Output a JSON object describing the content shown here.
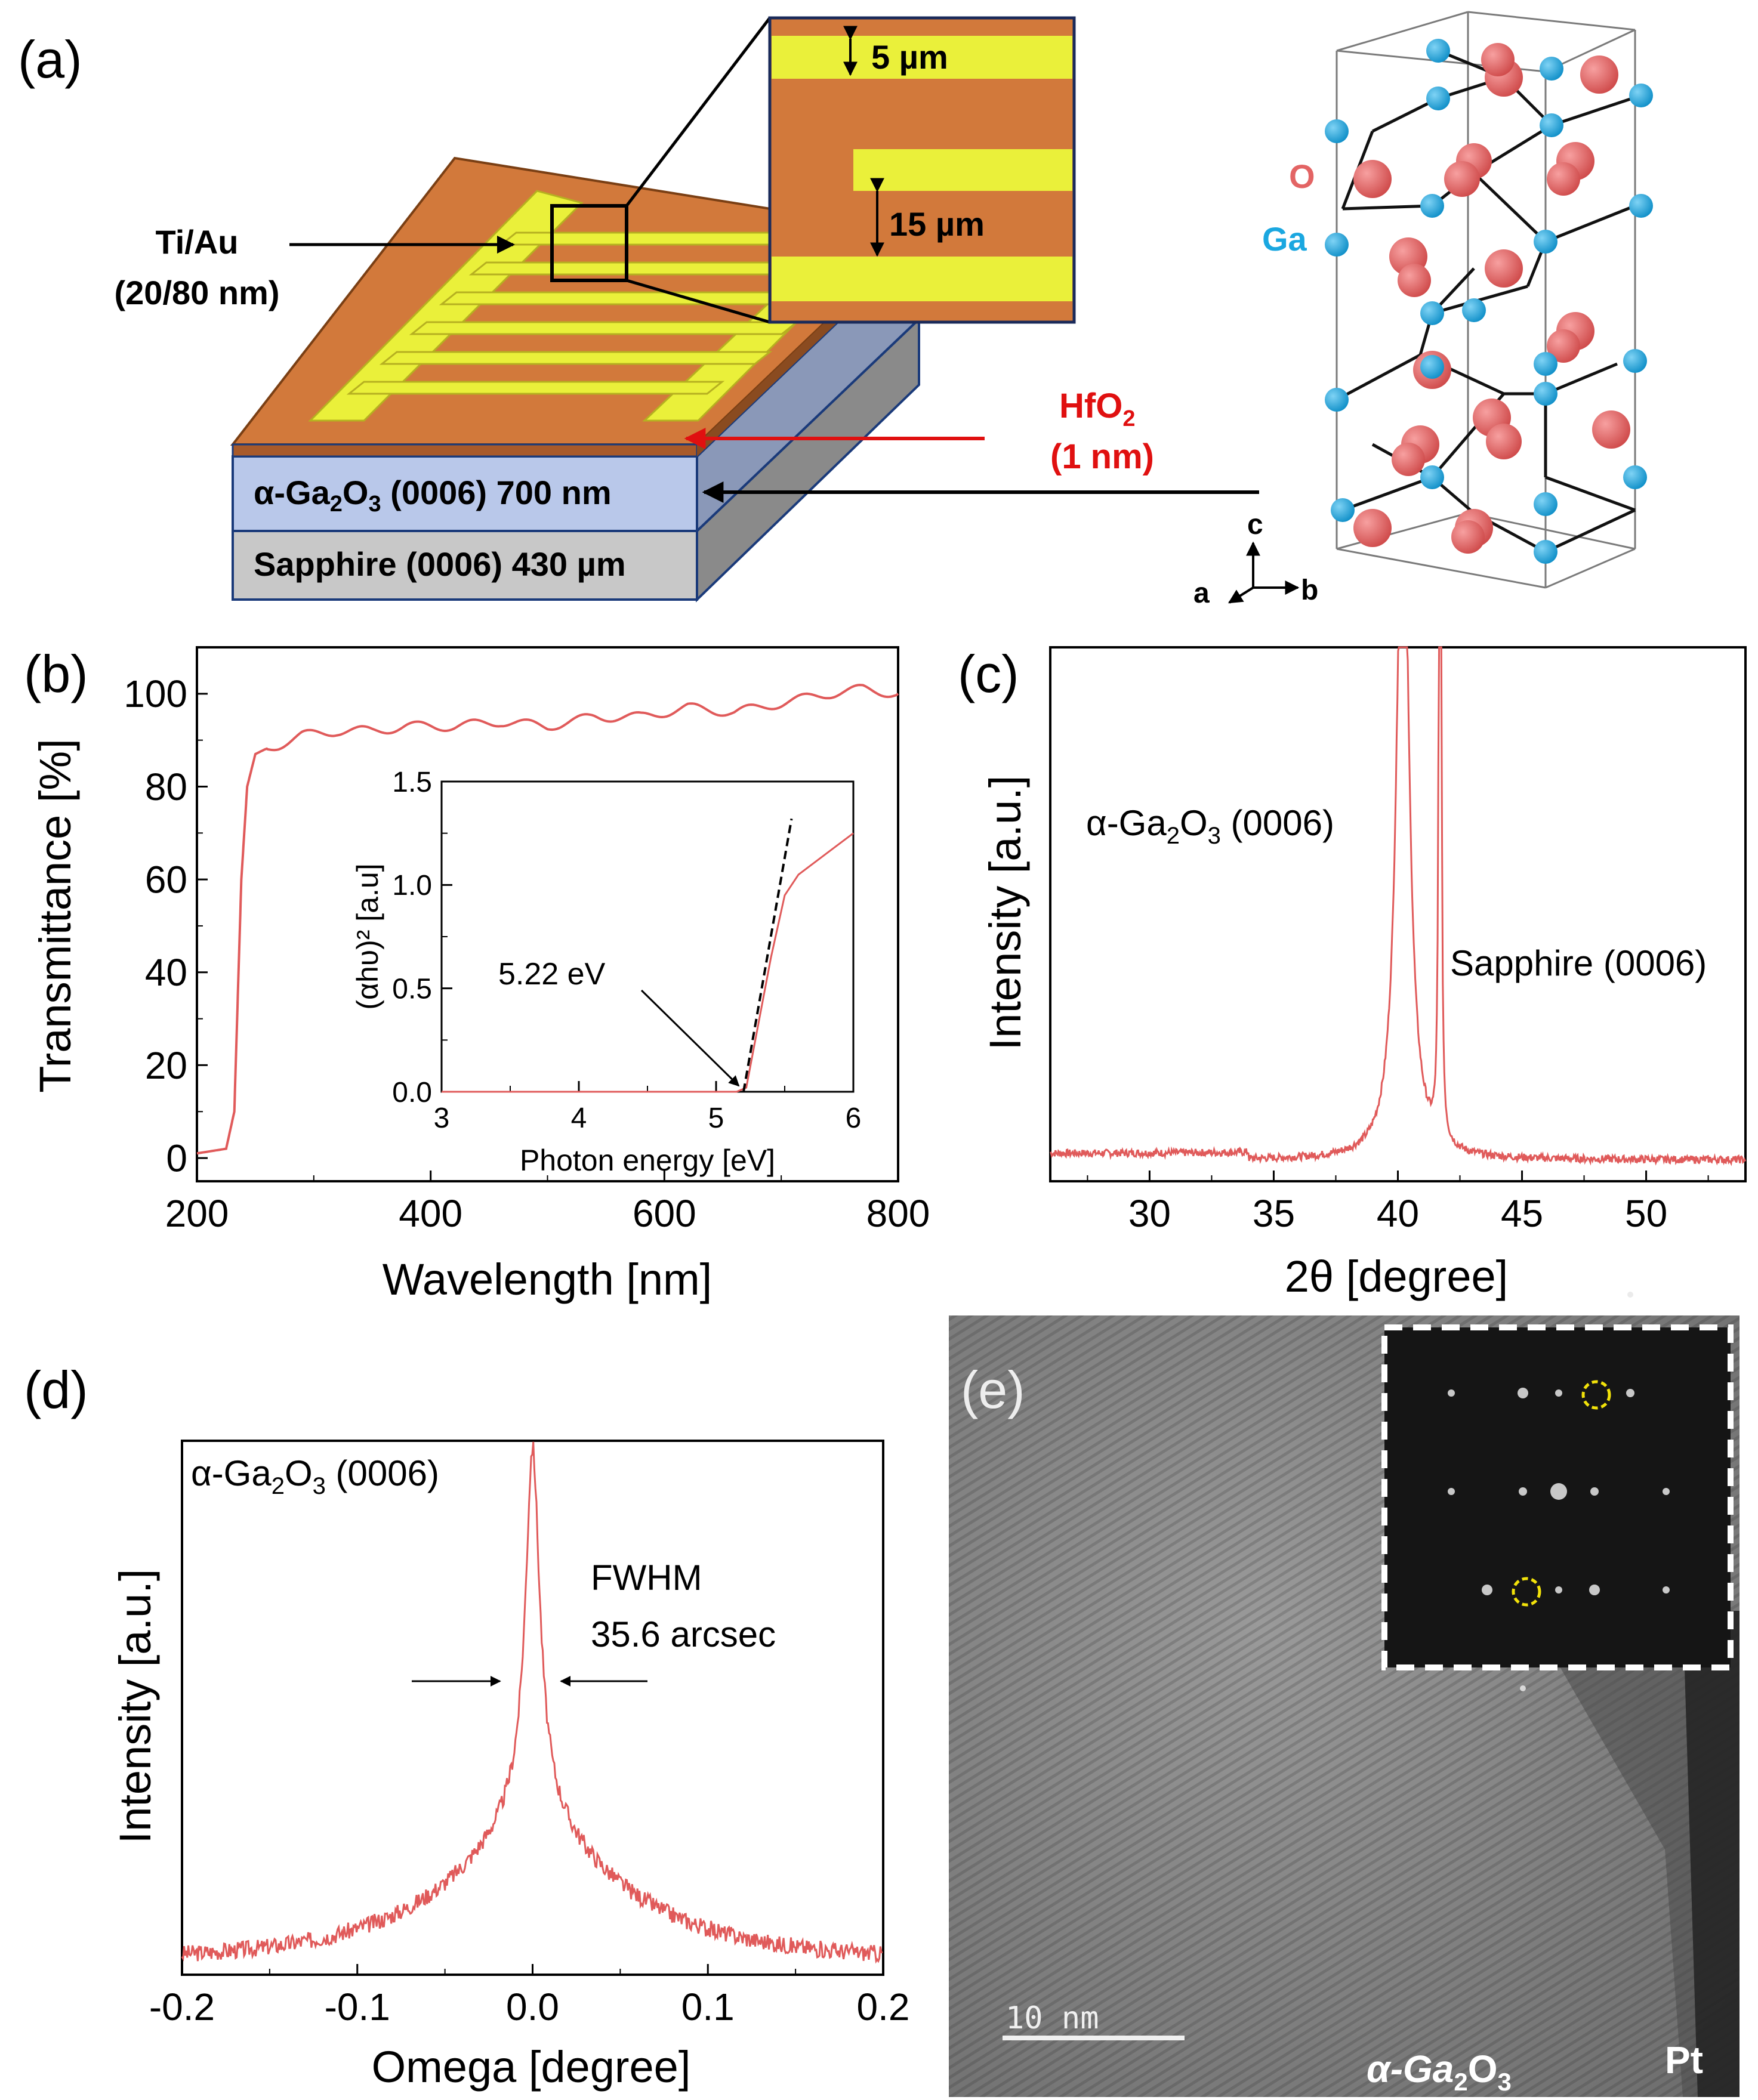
{
  "panels": {
    "a": {
      "label": "(a)",
      "electrode": "Ti/Au",
      "electrode_thickness": "(20/80 nm)",
      "hfo2": "HfO",
      "hfo2_sub": "2",
      "hfo2_thickness": "(1 nm)",
      "layer_film_pre": "α-Ga",
      "layer_film_s1": "2",
      "layer_film_mid": "O",
      "layer_film_s2": "3",
      "layer_film_post": " (0006) 700 nm",
      "layer_substrate": "Sapphire (0006) 430 µm",
      "finger_width": "5 µm",
      "finger_gap": "15 µm",
      "atom_o": "O",
      "atom_ga": "Ga",
      "axis_a": "a",
      "axis_b": "b",
      "axis_c": "c",
      "colors": {
        "ga": "#1aa7e0",
        "o": "#e36464",
        "gold": "#eaf03a",
        "film": "#d2793b"
      }
    },
    "b": {
      "label": "(b)"
    },
    "c": {
      "label": "(c)"
    },
    "d": {
      "label": "(d)"
    },
    "e": {
      "label": "(e)",
      "scale": "10 nm",
      "material": "α-Ga",
      "material_s1": "2",
      "material_mid": "O",
      "material_s2": "3",
      "electrode": "Pt"
    }
  },
  "chart_data": [
    {
      "panel": "b",
      "type": "line",
      "xlabel": "Wavelength [nm]",
      "ylabel": "Transmittance [%]",
      "xlim": [
        200,
        800
      ],
      "ylim": [
        0,
        110
      ],
      "xticks": [
        "200",
        "400",
        "600",
        "800"
      ],
      "yticks": [
        "0",
        "20",
        "40",
        "60",
        "80",
        "100"
      ],
      "color": "#e05a5a",
      "x": [
        200,
        225,
        232,
        238,
        243,
        250,
        258,
        270,
        290,
        320,
        350,
        380,
        420,
        460,
        500,
        540,
        580,
        620,
        660,
        700,
        740,
        770,
        800
      ],
      "y": [
        1,
        2,
        10,
        60,
        80,
        87,
        88,
        89,
        91,
        92,
        92,
        93,
        93,
        94,
        93,
        95,
        95,
        97,
        96,
        98,
        100,
        101,
        100
      ],
      "inset": {
        "type": "line",
        "xlabel": "Photon energy [eV]",
        "ylabel": "(αhυ)² [a.u]",
        "xlim": [
          3,
          6
        ],
        "ylim": [
          0,
          1.5
        ],
        "xticks": [
          "3",
          "4",
          "5",
          "6"
        ],
        "yticks": [
          "0.0",
          "0.5",
          "1.0",
          "1.5"
        ],
        "x": [
          3.0,
          4.0,
          5.0,
          5.15,
          5.22,
          5.3,
          5.4,
          5.5,
          5.6,
          5.8,
          6.0
        ],
        "y": [
          0.0,
          0.0,
          0.0,
          0.0,
          0.02,
          0.3,
          0.65,
          0.95,
          1.05,
          1.15,
          1.25
        ],
        "fit_x": [
          5.2,
          5.55
        ],
        "fit_y": [
          0.0,
          1.32
        ],
        "annotation": "5.22 eV"
      }
    },
    {
      "panel": "c",
      "type": "line",
      "xlabel": "2θ [degree]",
      "ylabel": "Intensity [a.u.]",
      "xlim": [
        26,
        54
      ],
      "xticks": [
        "30",
        "35",
        "40",
        "45",
        "50"
      ],
      "peaks": [
        {
          "position": 40.2,
          "label_pre": "α-Ga",
          "s1": "2",
          "mid": "O",
          "s2": "3",
          "label_post": " (0006)"
        },
        {
          "position": 41.7,
          "label": "Sapphire (0006)"
        }
      ]
    },
    {
      "panel": "d",
      "type": "line",
      "xlabel": "Omega [degree]",
      "ylabel": "Intensity [a.u.]",
      "xlim": [
        -0.2,
        0.2
      ],
      "xticks": [
        "-0.2",
        "-0.1",
        "0.0",
        "0.1",
        "0.2"
      ],
      "series_label_pre": "α-Ga",
      "series_s1": "2",
      "series_mid": "O",
      "series_s2": "3",
      "series_label_post": " (0006)",
      "fwhm_label": "FWHM",
      "fwhm_value": "35.6 arcsec"
    }
  ]
}
